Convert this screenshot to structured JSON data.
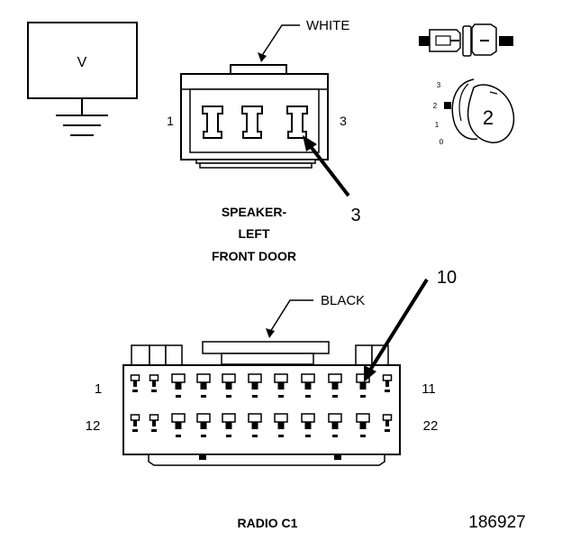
{
  "voltmeter": {
    "symbol": "V"
  },
  "speaker_connector": {
    "wire_color": "WHITE",
    "pin_left": "1",
    "pin_right": "3",
    "probe_callout": "3",
    "title_lines": [
      "SPEAKER-",
      "LEFT",
      "FRONT DOOR"
    ]
  },
  "probe_icon": {
    "step": "2",
    "scale": [
      "3",
      "2",
      "1",
      "0"
    ]
  },
  "radio_connector": {
    "wire_color": "BLACK",
    "probe_callout": "10",
    "row1_left": "1",
    "row1_right": "11",
    "row2_left": "12",
    "row2_right": "22",
    "title": "RADIO C1"
  },
  "figure_number": "186927"
}
